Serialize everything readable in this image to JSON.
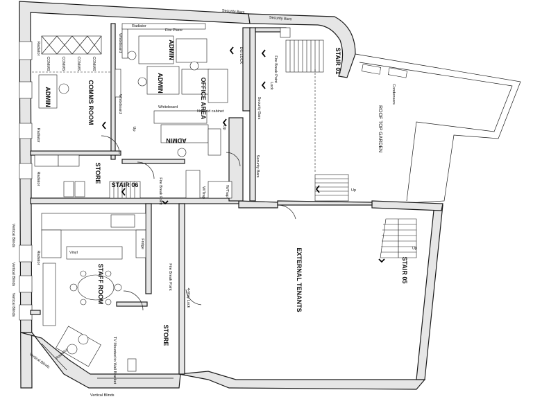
{
  "rooms": {
    "comms_room": "COMMS ROOM",
    "admin": "ADMIN",
    "office_area": "OFFICE AREA",
    "store": "STORE",
    "staff_room": "STAFF ROOM",
    "external_tenants": "EXTERNAL TENANTS",
    "stair_01": "STAIR 01",
    "stair_05": "STAIR 05",
    "stair_06": "STAIR 06",
    "roof_top_garden": "ROOF TOP GARDEN"
  },
  "labels": {
    "security_bars": "Security Bars",
    "radiator": "Radiator",
    "fire_place": "Fire Place",
    "whiteboard": "Whiteboard",
    "comms": "COMMS",
    "cisco_lock": "DG LOCK",
    "fire_break_point": "Fire Break Point",
    "non_std_cabinet": "Non-std cabinet",
    "condensers": "Condensers",
    "vinyl": "Vinyl",
    "vertical_blinds": "Vertical Blinds",
    "tv_mounted": "TV Mounted to Wall Bracket",
    "lock": "Lock",
    "up": "Up",
    "fridge": "Fridge",
    "w_trap": "W/Trap",
    "four_way_lock": "4-Way Lock"
  }
}
